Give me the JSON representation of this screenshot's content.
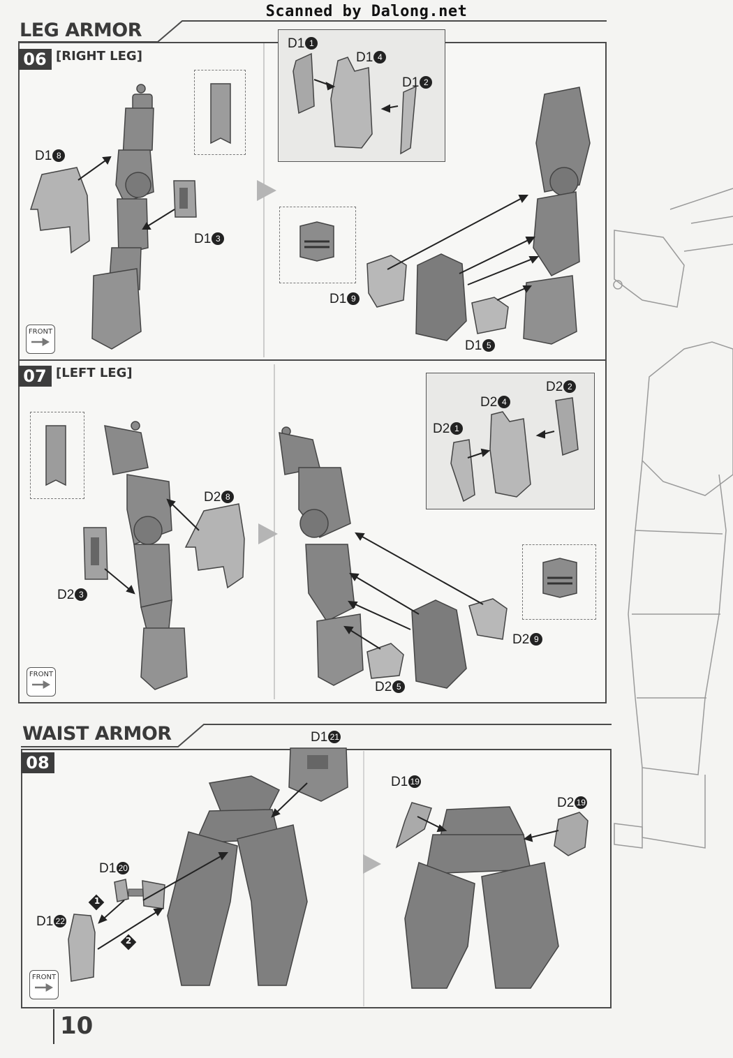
{
  "scan_credit": "Scanned by Dalong.net",
  "sections": {
    "leg_armor": {
      "title": "LEG ARMOR"
    },
    "waist_armor": {
      "title": "WAIST ARMOR"
    }
  },
  "steps": {
    "s06": {
      "number": "06",
      "label": "[RIGHT LEG]"
    },
    "s07": {
      "number": "07",
      "label": "[LEFT LEG]"
    },
    "s08": {
      "number": "08"
    }
  },
  "parts": {
    "s06": {
      "d18": {
        "code": "D1",
        "num": "8"
      },
      "d13": {
        "code": "D1",
        "num": "3"
      },
      "d11": {
        "code": "D1",
        "num": "1"
      },
      "d14": {
        "code": "D1",
        "num": "4"
      },
      "d12": {
        "code": "D1",
        "num": "2"
      },
      "d19": {
        "code": "D1",
        "num": "9"
      },
      "d15": {
        "code": "D1",
        "num": "5"
      }
    },
    "s07": {
      "d28": {
        "code": "D2",
        "num": "8"
      },
      "d23": {
        "code": "D2",
        "num": "3"
      },
      "d22": {
        "code": "D2",
        "num": "2"
      },
      "d24": {
        "code": "D2",
        "num": "4"
      },
      "d21": {
        "code": "D2",
        "num": "1"
      },
      "d29": {
        "code": "D2",
        "num": "9"
      },
      "d25": {
        "code": "D2",
        "num": "5"
      }
    },
    "s08": {
      "d121": {
        "code": "D1",
        "num": "21"
      },
      "d120": {
        "code": "D1",
        "num": "20"
      },
      "d122": {
        "code": "D1",
        "num": "22"
      },
      "d119": {
        "code": "D1",
        "num": "19"
      },
      "d219": {
        "code": "D2",
        "num": "19"
      },
      "seq1": "1",
      "seq2": "2"
    }
  },
  "front_badge": "FRONT",
  "page_number": "10"
}
